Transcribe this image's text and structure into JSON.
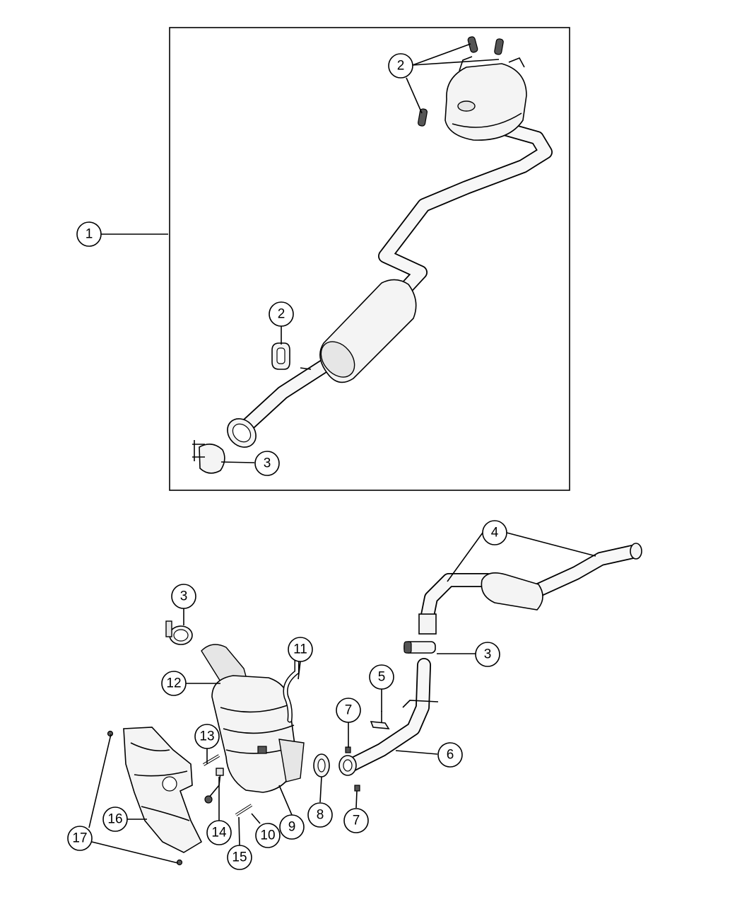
{
  "callouts": [
    {
      "label": "1"
    },
    {
      "label": "2"
    },
    {
      "label": "2"
    },
    {
      "label": "3"
    },
    {
      "label": "3"
    },
    {
      "label": "3"
    },
    {
      "label": "4"
    },
    {
      "label": "5"
    },
    {
      "label": "6"
    },
    {
      "label": "7"
    },
    {
      "label": "7"
    },
    {
      "label": "8"
    },
    {
      "label": "9"
    },
    {
      "label": "10"
    },
    {
      "label": "11"
    },
    {
      "label": "12"
    },
    {
      "label": "13"
    },
    {
      "label": "14"
    },
    {
      "label": "15"
    },
    {
      "label": "16"
    },
    {
      "label": "17"
    }
  ]
}
